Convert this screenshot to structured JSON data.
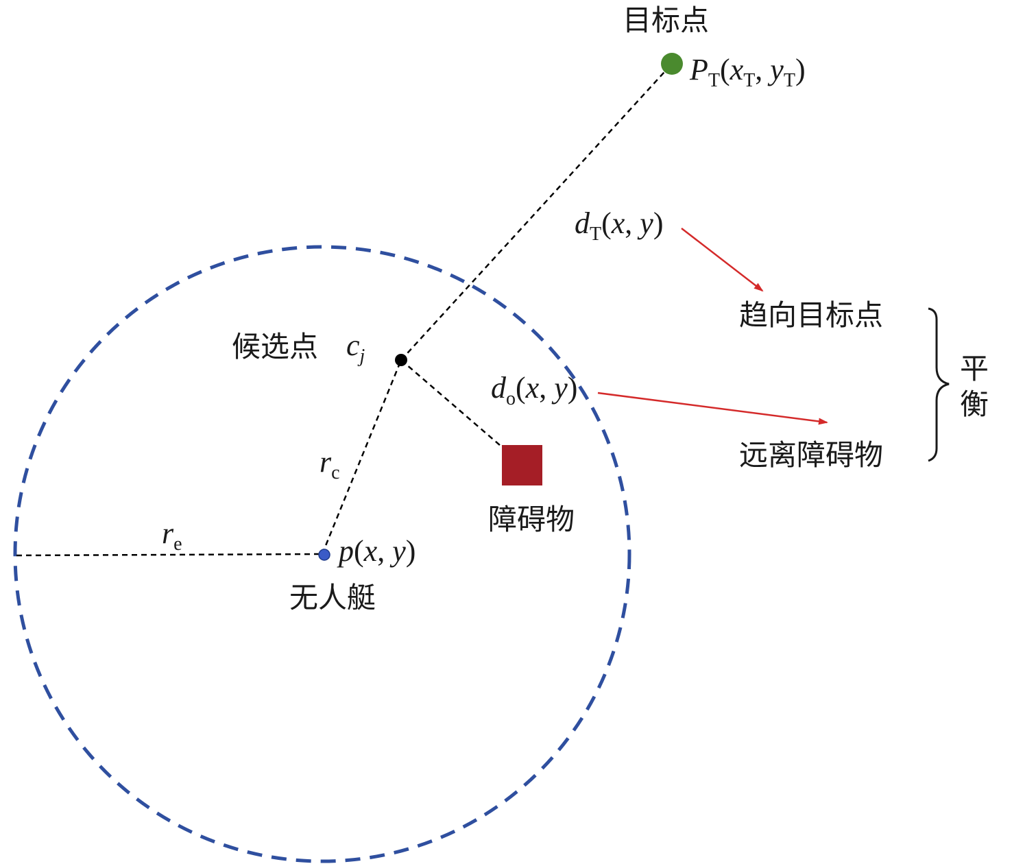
{
  "colors": {
    "circle": "#2f4f9f",
    "target_point": "#4a8a2e",
    "usv_point": "#3a5bc7",
    "candidate_point": "#000000",
    "obstacle": "#a51e26",
    "arrow": "#d42a2a",
    "dashed_line": "#000000",
    "text": "#1a1a1a"
  },
  "labels": {
    "target_title": "目标点",
    "target_coord": {
      "P": "P",
      "T": "T",
      "open": "(",
      "x": "x",
      "comma": ", ",
      "y": "y",
      "close": ")"
    },
    "dT": {
      "d": "d",
      "T": "T",
      "rest_open": "(",
      "x": "x",
      "comma": ", ",
      "y": "y",
      "close": ")"
    },
    "toward_target": "趋向目标点",
    "balance": [
      "平",
      "衡"
    ],
    "candidate": "候选点",
    "cj": {
      "c": "c",
      "j": "j"
    },
    "dO": {
      "d": "d",
      "o": "o",
      "rest_open": "(",
      "x": "x",
      "comma": ", ",
      "y": "y",
      "close": ")"
    },
    "away_obstacle": "远离障碍物",
    "rc": {
      "r": "r",
      "c": "c"
    },
    "obstacle": "障碍物",
    "re": {
      "r": "r",
      "e": "e"
    },
    "usv_coord": {
      "p": "p",
      "open": "(",
      "x": "x",
      "comma": ", ",
      "y": "y",
      "close": ")"
    },
    "usv": "无人艇"
  }
}
